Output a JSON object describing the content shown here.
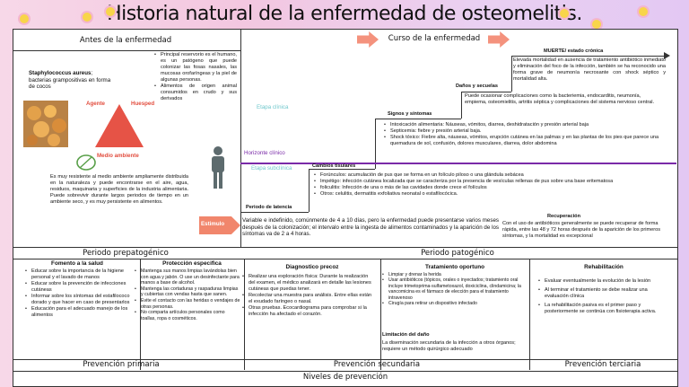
{
  "title": "Historia natural de la enfermedad de osteomelitis.",
  "antes": {
    "header": "Antes de la enfermedad",
    "agent_bold": "Staphylococcus aureus",
    "agent_rest": "; bacterias grampositivas en forma de cocos",
    "triangle_agente": "Agente",
    "triangle_huesped": "Huesped",
    "triangle_medio": "Medio ambiente",
    "host_bullets": [
      "Principal reservorio es el humano, es un patógeno que puede colonizar las fosas nasales, las mucosas orofaríngeas y la piel de algunas personas.",
      "Alimentos de origen animal consumidos en crudo y sus derivados"
    ],
    "environment_text": "Es muy resistente al medio ambiente ampliamente distribuida en la naturaleza y puede encontrarse en el aire, agua, residuos, maquinaria y superficies de la industria alimentaria. Puede sobrevivir durante largos periodos de tiempo en un ambiente seco, y es muy persistente en alimentos.",
    "estimulo": "Estimulo"
  },
  "curso": {
    "header": "Curso de la enfermedad",
    "muerte_label": "MUERTE/ estado crónica",
    "muerte_text": "Elevada mortalidad en ausencia de tratamiento antibiótico inmediato y eliminación del foco de la infección, también se ha reconocido una forma grave de neumonía necrosante con shock séptico y mortalidad alta.",
    "danos_label": "Daños y secuelas",
    "danos_text": "Puede ocasionar complicaciones como la bacteriemia, endocarditis, neumonía, empiema, osteomielitis, artritis séptica y complicaciones del sistema nervioso central.",
    "signos_label": "Signos y síntomas",
    "signos_bullets": [
      "Intoxicación alimentaria: Náuseas, vómitos, diarrea, deshidratación y presión arterial baja",
      "Septicemia: fiebre y presión arterial baja.",
      "Shock tóxico: Fiebre alta, náuseas, vómitos, erupción cutánea en las palmas y en las plantas de los pies que parece una quemadura de sol, confusión, dolores musculares, diarrea, dolor abdomina"
    ],
    "etapa_clinica": "Etapa clínica",
    "horizonte": "Horizonte clínico",
    "etapa_subclinica": "Etapa subclínica",
    "cambios_label": "Cambios tisulares",
    "cambios_bullets": [
      "Forúnculos: acumulación de pus que se forma en un folículo piloso o una glándula sebácea",
      "Impétigo: infección cutánea localizada que se caracteriza por la presencia de vesículas rellenas de pus sobre una base eritematosa",
      "foliculitis: Infección de una o más de las cavidades donde crece el folículos",
      "Otros: celulitis, dermatitis exfoliativa neonatal o estafilocócica."
    ],
    "latencia_label": "Periodo de latencia",
    "latencia_text": "Variable e indefinido, comúnmente de 4 a 10 días, pero la enfermedad puede presentarse varios meses después de la colonización; el intervalo entre la ingesta de alimentos contaminados y la aparición de los síntomas va de 2 a 4 horas.",
    "recuperacion_label": "Recuperación",
    "recuperacion_text": "Con el uso de antibióticos generalmente se puede recuperar de forma rápida, entre las 48 y 72 horas después de la aparición de los primeros síntomas, y la mortalidad es excepcional"
  },
  "periods": {
    "prepatogenico": "Periodo prepatogénico",
    "patogenico": "Periodo patogénico"
  },
  "prevention": {
    "fomento_title": "Fomento a la salud",
    "fomento_items": [
      "Educar sobre la importancia de la higiene personal y el lavado de manos",
      "Educar sobre la prevención de infecciones cutáneas",
      "Informar sobre los síntomas del estafilococo dorado y que hacer en caso de presentarlos",
      "Educación para el adecuado manejo de los alimentos"
    ],
    "proteccion_title": "Protección especifica",
    "proteccion_items": [
      "Mantenga sus manos limpias lavándolas bien con agua y jabón. O use un desinfectante para manos a base de alcohol.",
      "Mantenga las cortaduras y raspaduras limpias y cubiertas con vendas hasta que sanen.",
      "Evite el contacto con las heridas o vendajes de otras personas.",
      "No comparta artículos personales como toallas, ropa o cosméticos."
    ],
    "diagnostico_title": "Diagnostico precoz",
    "diagnostico_items": [
      "Realizar una exploración física: Durante la realización del examen, el médico analizará en detalle las lesiones cutáneas que puedas tener.",
      "Recolectar una muestra para análisis. Entre ellas están el exudado faríngeo o nasal.",
      "Otras pruebas. Ecocardiograma para comprobar si la infección ha afectado el corazón."
    ],
    "tratamiento_title": "Tratamiento oportuno",
    "tratamiento_items": [
      "Limpiar y drenar la herida",
      "Usar antibióticos (tópicos, orales o inyectados; tratamiento oral incluye trimetoprima-sulfametoxazol, doxiciclina, clindamicina; la vancomicina es el fármaco de elección para el tratamiento intravenoso",
      "Cirugía para retirar un dispositivo infectado"
    ],
    "limitacion_title": "Limitación del daño",
    "limitacion_text": "La diseminación secundaria de la infección a otros órganos; requiere un método quirúrgico adecuado",
    "rehab_title": "Rehabilitación",
    "rehab_items": [
      "Evaluar eventualmente la evolución de la lesión",
      "Al terminar el tratamiento se debe realizar una evaluación clínica",
      "La rehabilitación pasiva es el primer paso y posteriormente se continúa con fisioterapia activa."
    ],
    "primaria": "Prevención primaria",
    "secundaria": "Prevención secundaria",
    "terciaria": "Prevención terciaria",
    "niveles": "Niveles de prevención"
  },
  "colors": {
    "triangle": "#e65346",
    "arrow": "#f4927d",
    "purple_line": "#7a2aa8",
    "teal_text": "#6fc7cc",
    "estimulo_bg": "#f1866c",
    "red_label": "#e24d3e"
  }
}
